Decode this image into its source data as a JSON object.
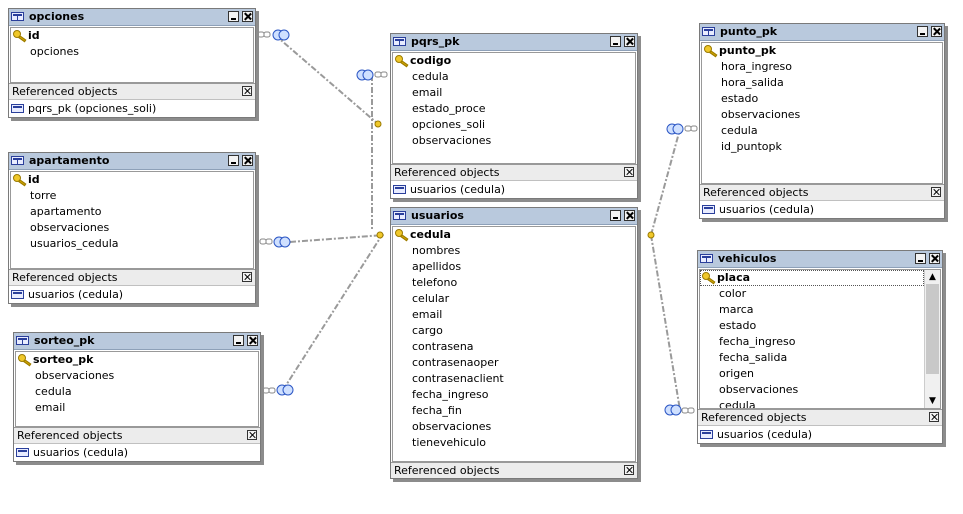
{
  "colors": {
    "header": "#b9c9dd",
    "link": "#9a9a9a",
    "key": "#f0c82a"
  },
  "tables": {
    "opciones": {
      "title": "opciones",
      "fields": [
        "id",
        "opciones"
      ],
      "ref_label": "Referenced objects",
      "refs": [
        "pqrs_pk (opciones_soli)"
      ]
    },
    "apartamento": {
      "title": "apartamento",
      "fields": [
        "id",
        "torre",
        "apartamento",
        "observaciones",
        "usuarios_cedula"
      ],
      "ref_label": "Referenced objects",
      "refs": [
        "usuarios (cedula)"
      ]
    },
    "sorteo_pk": {
      "title": "sorteo_pk",
      "fields": [
        "sorteo_pk",
        "observaciones",
        "cedula",
        "email"
      ],
      "ref_label": "Referenced objects",
      "refs": [
        "usuarios (cedula)"
      ]
    },
    "pqrs_pk": {
      "title": "pqrs_pk",
      "fields": [
        "codigo",
        "cedula",
        "email",
        "estado_proce",
        "opciones_soli",
        "observaciones"
      ],
      "ref_label": "Referenced objects",
      "refs": [
        "usuarios (cedula)"
      ]
    },
    "usuarios": {
      "title": "usuarios",
      "fields": [
        "cedula",
        "nombres",
        "apellidos",
        "telefono",
        "celular",
        "email",
        "cargo",
        "contrasena",
        "contrasenaoper",
        "contrasenaclient",
        "fecha_ingreso",
        "fecha_fin",
        "observaciones",
        "tienevehiculo"
      ],
      "ref_label": "Referenced objects",
      "refs": []
    },
    "punto_pk": {
      "title": "punto_pk",
      "fields": [
        "punto_pk",
        "hora_ingreso",
        "hora_salida",
        "estado",
        "observaciones",
        "cedula",
        "id_puntopk"
      ],
      "ref_label": "Referenced objects",
      "refs": [
        "usuarios (cedula)"
      ]
    },
    "vehiculos": {
      "title": "vehiculos",
      "fields": [
        "placa",
        "color",
        "marca",
        "estado",
        "fecha_ingreso",
        "fecha_salida",
        "origen",
        "observaciones",
        "cedula"
      ],
      "ref_label": "Referenced objects",
      "refs": [
        "usuarios (cedula)"
      ]
    }
  },
  "icons": {
    "table": "table-icon",
    "key": "primary-key-icon",
    "minimize": "minimize-icon",
    "close": "close-icon",
    "link_end": "infinity-link-icon"
  }
}
